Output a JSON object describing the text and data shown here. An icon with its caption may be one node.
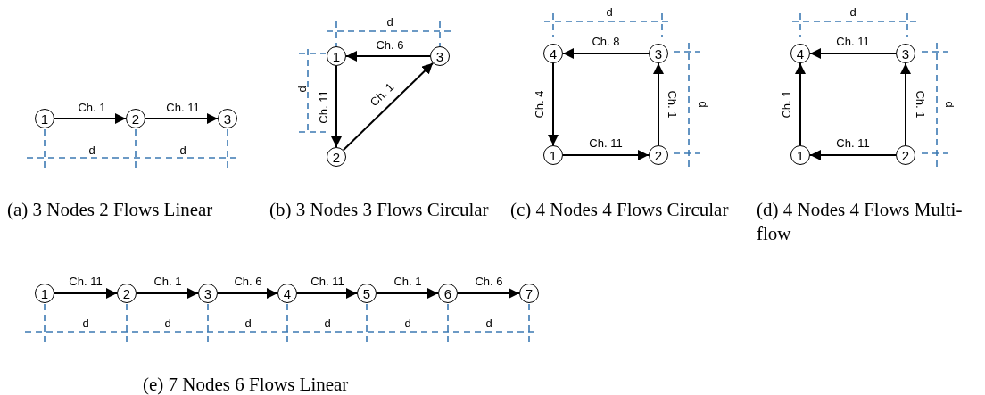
{
  "diagram": {
    "nodes": [
      {
        "text": [
          "1"
        ]
      },
      {
        "text": [
          "2"
        ]
      },
      {
        "text": [
          "3"
        ]
      },
      {
        "text": [
          "1"
        ]
      },
      {
        "text": [
          "3"
        ]
      },
      {
        "text": [
          "2"
        ]
      },
      {
        "text": [
          "4"
        ]
      },
      {
        "text": [
          "3"
        ]
      },
      {
        "text": [
          "1"
        ]
      },
      {
        "text": [
          "2"
        ]
      },
      {
        "text": [
          "4"
        ]
      },
      {
        "text": [
          "3"
        ]
      },
      {
        "text": [
          "1"
        ]
      },
      {
        "text": [
          "2"
        ]
      },
      {
        "text": [
          "1"
        ]
      },
      {
        "text": [
          "2"
        ]
      },
      {
        "text": [
          "3"
        ]
      },
      {
        "text": [
          "4"
        ]
      },
      {
        "text": [
          "5"
        ]
      },
      {
        "text": [
          "6"
        ]
      },
      {
        "text": [
          "7"
        ]
      }
    ],
    "edges": [
      {
        "from": 0,
        "to": 1,
        "arrow": "to",
        "label": "Ch. 1"
      },
      {
        "from": 1,
        "to": 2,
        "arrow": "to",
        "label": "Ch. 11"
      },
      {
        "from": 4,
        "to": 3,
        "arrow": "to",
        "label": "Ch. 6"
      },
      {
        "from": 3,
        "to": 5,
        "arrow": "to",
        "label": "Ch. 11"
      },
      {
        "from": 5,
        "to": 4,
        "arrow": "to",
        "label": "Ch. 1"
      },
      {
        "from": 7,
        "to": 6,
        "arrow": "to",
        "label": "Ch. 8"
      },
      {
        "from": 6,
        "to": 8,
        "arrow": "to",
        "label": "Ch. 4"
      },
      {
        "from": 8,
        "to": 9,
        "arrow": "to",
        "label": "Ch. 11"
      },
      {
        "from": 9,
        "to": 7,
        "arrow": "to",
        "label": "Ch. 1"
      },
      {
        "from": 11,
        "to": 10,
        "arrow": "to",
        "label": "Ch. 11"
      },
      {
        "from": 12,
        "to": 10,
        "arrow": "to",
        "label": "Ch. 1"
      },
      {
        "from": 13,
        "to": 12,
        "arrow": "to",
        "label": "Ch. 11"
      },
      {
        "from": 13,
        "to": 11,
        "arrow": "to",
        "label": "Ch. 1"
      },
      {
        "from": 14,
        "to": 15,
        "arrow": "to",
        "label": "Ch. 11"
      },
      {
        "from": 15,
        "to": 16,
        "arrow": "to",
        "label": "Ch. 1"
      },
      {
        "from": 16,
        "to": 17,
        "arrow": "to",
        "label": "Ch. 6"
      },
      {
        "from": 17,
        "to": 18,
        "arrow": "to",
        "label": "Ch. 11"
      },
      {
        "from": 18,
        "to": 19,
        "arrow": "to",
        "label": "Ch. 1"
      },
      {
        "from": 19,
        "to": 20,
        "arrow": "to",
        "label": "Ch. 6"
      }
    ],
    "labels": [
      "d",
      "d",
      "(a) 3 Nodes 2 Flows Linear",
      "d",
      "d",
      "(b) 3 Nodes 3 Flows Circular",
      "d",
      "d",
      "(c) 4 Nodes 4 Flows Circular",
      "d",
      "d",
      "(d) 4 Nodes 4 Flows Multi-flow",
      "d",
      "d",
      "d",
      "d",
      "d",
      "d",
      "(e) 7 Nodes 6 Flows Linear"
    ]
  }
}
